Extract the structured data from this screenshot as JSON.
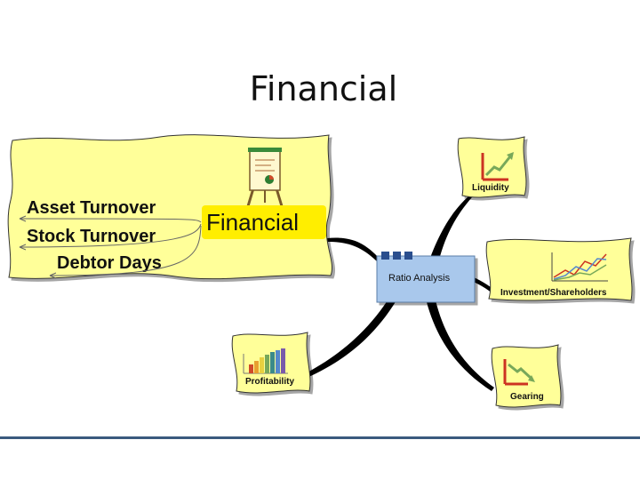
{
  "slide": {
    "title": "Financial"
  },
  "diagram": {
    "central": {
      "label": "Ratio Analysis"
    },
    "topic": {
      "label": "Financial",
      "items": [
        "Asset Turnover",
        "Stock Turnover",
        "Debtor Days"
      ]
    },
    "branches": [
      {
        "label": "Liquidity"
      },
      {
        "label": "Investment/Shareholders"
      },
      {
        "label": "Gearing"
      },
      {
        "label": "Profitability"
      }
    ]
  },
  "colors": {
    "note_yellow": "#ffff99",
    "highlight_yellow": "#ffee00",
    "central_blue": "#a9c8ec",
    "connector_dark": "#000000",
    "arrow_green": "#78a85a",
    "chart_red": "#cc3322",
    "footer_rule": "#3b5a7e"
  }
}
